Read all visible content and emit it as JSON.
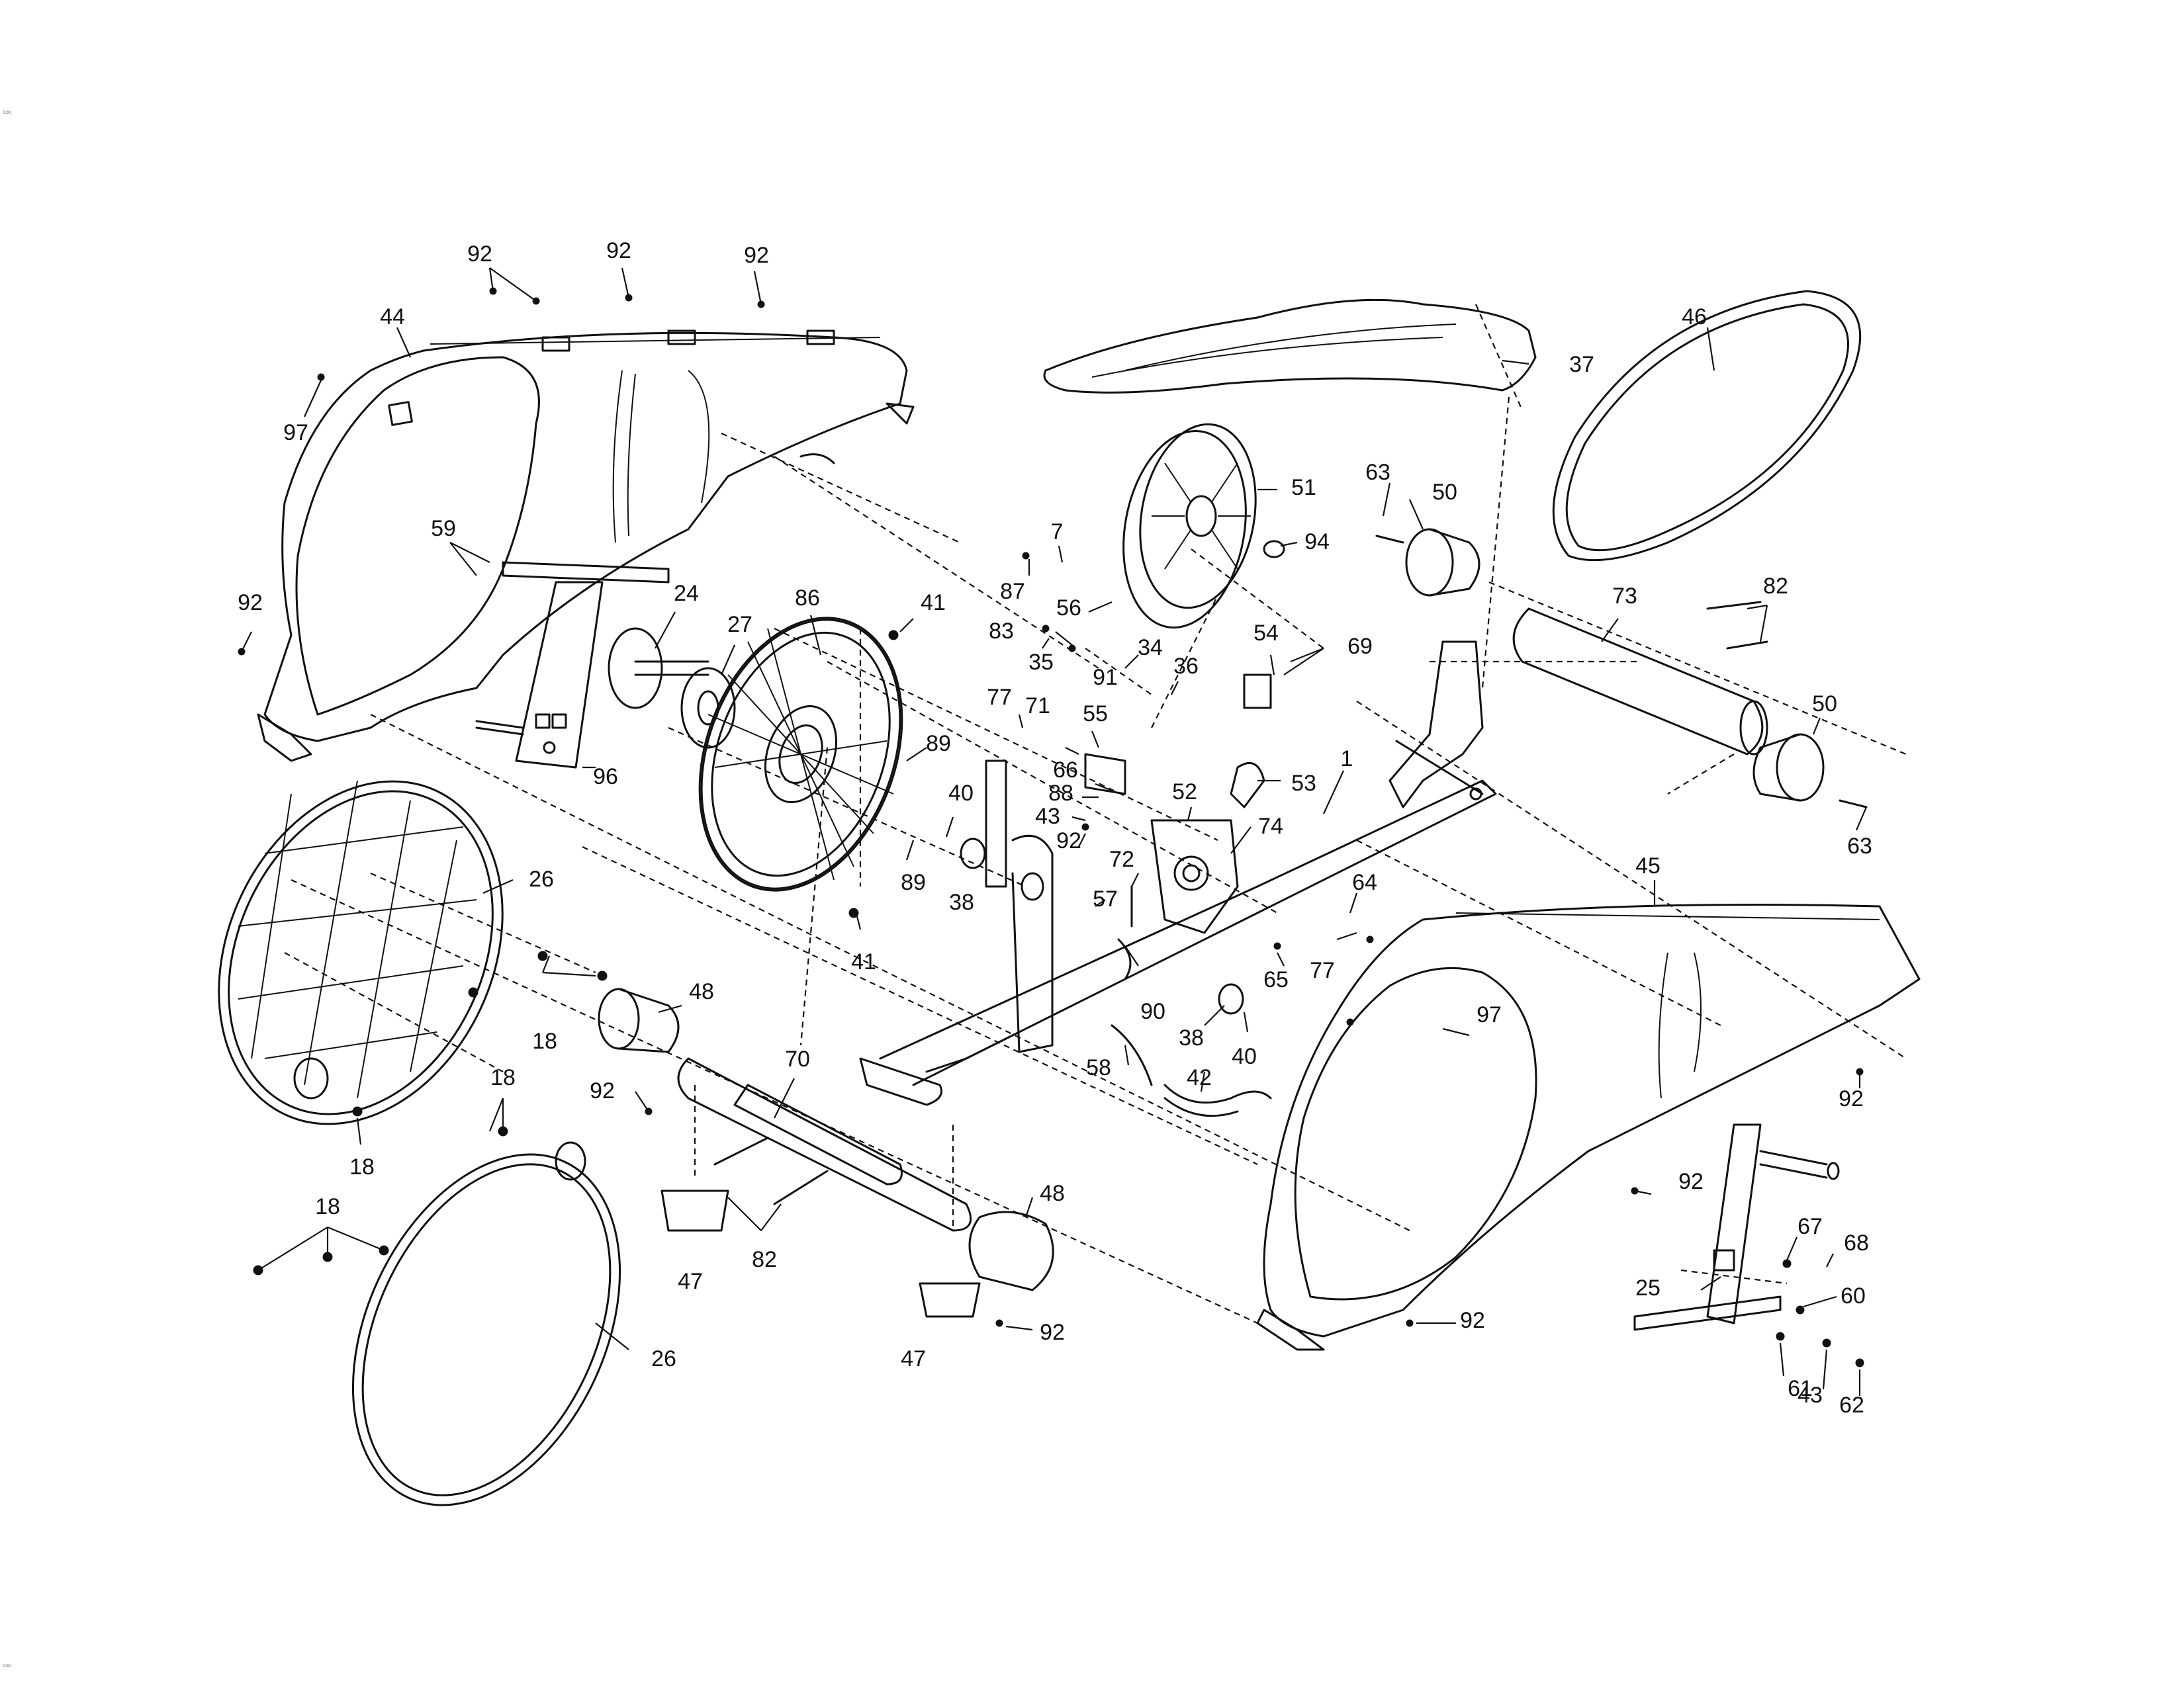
{
  "diagram": {
    "callouts": [
      {
        "id": "c-92-a",
        "label": "92"
      },
      {
        "id": "c-92-b",
        "label": "92"
      },
      {
        "id": "c-92-c",
        "label": "92"
      },
      {
        "id": "c-44",
        "label": "44"
      },
      {
        "id": "c-97-a",
        "label": "97"
      },
      {
        "id": "c-59",
        "label": "59"
      },
      {
        "id": "c-92-d",
        "label": "92"
      },
      {
        "id": "c-24",
        "label": "24"
      },
      {
        "id": "c-27",
        "label": "27"
      },
      {
        "id": "c-86",
        "label": "86"
      },
      {
        "id": "c-41-a",
        "label": "41"
      },
      {
        "id": "c-96",
        "label": "96"
      },
      {
        "id": "c-26-a",
        "label": "26"
      },
      {
        "id": "c-18-a",
        "label": "18"
      },
      {
        "id": "c-18-b",
        "label": "18"
      },
      {
        "id": "c-18-c",
        "label": "18"
      },
      {
        "id": "c-18-d",
        "label": "18"
      },
      {
        "id": "c-48-a",
        "label": "48"
      },
      {
        "id": "c-92-e",
        "label": "92"
      },
      {
        "id": "c-70",
        "label": "70"
      },
      {
        "id": "c-47-a",
        "label": "47"
      },
      {
        "id": "c-82-a",
        "label": "82"
      },
      {
        "id": "c-26-b",
        "label": "26"
      },
      {
        "id": "c-48-b",
        "label": "48"
      },
      {
        "id": "c-47-b",
        "label": "47"
      },
      {
        "id": "c-92-f",
        "label": "92"
      },
      {
        "id": "c-89-a",
        "label": "89"
      },
      {
        "id": "c-89-b",
        "label": "89"
      },
      {
        "id": "c-40-a",
        "label": "40"
      },
      {
        "id": "c-38-a",
        "label": "38"
      },
      {
        "id": "c-41-b",
        "label": "41"
      },
      {
        "id": "c-37",
        "label": "37"
      },
      {
        "id": "c-51",
        "label": "51"
      },
      {
        "id": "c-94",
        "label": "94"
      },
      {
        "id": "c-7",
        "label": "7"
      },
      {
        "id": "c-87",
        "label": "87"
      },
      {
        "id": "c-56",
        "label": "56"
      },
      {
        "id": "c-83",
        "label": "83"
      },
      {
        "id": "c-35",
        "label": "35"
      },
      {
        "id": "c-34",
        "label": "34"
      },
      {
        "id": "c-91",
        "label": "91"
      },
      {
        "id": "c-36",
        "label": "36"
      },
      {
        "id": "c-54",
        "label": "54"
      },
      {
        "id": "c-69",
        "label": "69"
      },
      {
        "id": "c-77-a",
        "label": "77"
      },
      {
        "id": "c-71",
        "label": "71"
      },
      {
        "id": "c-55",
        "label": "55"
      },
      {
        "id": "c-66",
        "label": "66"
      },
      {
        "id": "c-88",
        "label": "88"
      },
      {
        "id": "c-43-a",
        "label": "43"
      },
      {
        "id": "c-92-g",
        "label": "92"
      },
      {
        "id": "c-72",
        "label": "72"
      },
      {
        "id": "c-57",
        "label": "57"
      },
      {
        "id": "c-52",
        "label": "52"
      },
      {
        "id": "c-53",
        "label": "53"
      },
      {
        "id": "c-74",
        "label": "74"
      },
      {
        "id": "c-1",
        "label": "1"
      },
      {
        "id": "c-90",
        "label": "90"
      },
      {
        "id": "c-38-b",
        "label": "38"
      },
      {
        "id": "c-40-b",
        "label": "40"
      },
      {
        "id": "c-58",
        "label": "58"
      },
      {
        "id": "c-42",
        "label": "42"
      },
      {
        "id": "c-65",
        "label": "65"
      },
      {
        "id": "c-77-b",
        "label": "77"
      },
      {
        "id": "c-64",
        "label": "64"
      },
      {
        "id": "c-63-a",
        "label": "63"
      },
      {
        "id": "c-50-a",
        "label": "50"
      },
      {
        "id": "c-46",
        "label": "46"
      },
      {
        "id": "c-73",
        "label": "73"
      },
      {
        "id": "c-82-b",
        "label": "82"
      },
      {
        "id": "c-50-b",
        "label": "50"
      },
      {
        "id": "c-63-b",
        "label": "63"
      },
      {
        "id": "c-45",
        "label": "45"
      },
      {
        "id": "c-97-b",
        "label": "97"
      },
      {
        "id": "c-92-h",
        "label": "92"
      },
      {
        "id": "c-92-i",
        "label": "92"
      },
      {
        "id": "c-92-j",
        "label": "92"
      },
      {
        "id": "c-67",
        "label": "67"
      },
      {
        "id": "c-68",
        "label": "68"
      },
      {
        "id": "c-25",
        "label": "25"
      },
      {
        "id": "c-60",
        "label": "60"
      },
      {
        "id": "c-61",
        "label": "61"
      },
      {
        "id": "c-43-b",
        "label": "43"
      },
      {
        "id": "c-62",
        "label": "62"
      }
    ],
    "margin_marks": [
      {
        "id": "m-top-left",
        "label": "ooo"
      },
      {
        "id": "m-bottom-left",
        "label": "ooo"
      }
    ]
  }
}
